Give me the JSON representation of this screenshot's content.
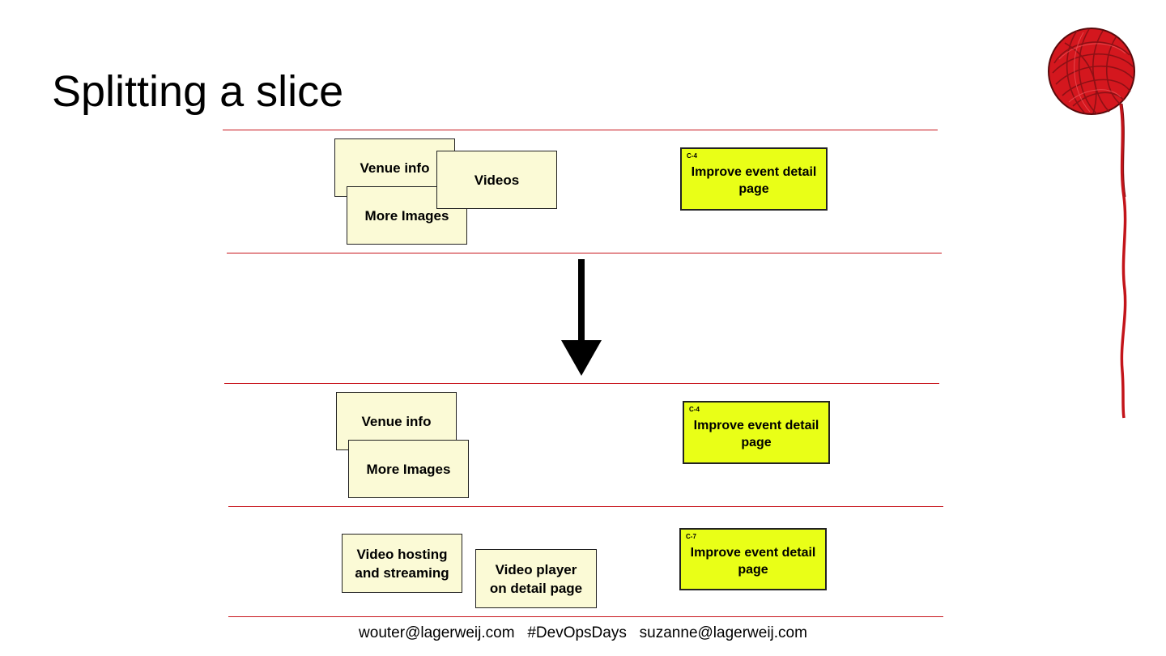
{
  "slide": {
    "title": "Splitting a slice",
    "footer": "wouter@lagerweij.com   #DevOpsDays   suzanne@lagerweij.com"
  },
  "before": {
    "cards": [
      "Venue info",
      "Videos",
      "More Images"
    ],
    "epic": {
      "code": "C-4",
      "label": "Improve event detail page"
    }
  },
  "after_slice_1": {
    "cards": [
      "Venue info",
      "More Images"
    ],
    "epic": {
      "code": "C-4",
      "label": "Improve event detail page"
    }
  },
  "after_slice_2": {
    "cards": [
      {
        "line1": "Video hosting",
        "line2": "and streaming"
      },
      {
        "line1": "Video player",
        "line2": "on detail page"
      }
    ],
    "epic": {
      "code": "C-7",
      "label": "Improve event detail page"
    }
  },
  "colors": {
    "line": "#c8161d",
    "card": "#fbfad6",
    "epic": "#e9ff17",
    "yarn": "#d4171e"
  },
  "icons": {
    "yarn": "yarn-ball-icon",
    "arrow": "down-arrow-icon"
  }
}
